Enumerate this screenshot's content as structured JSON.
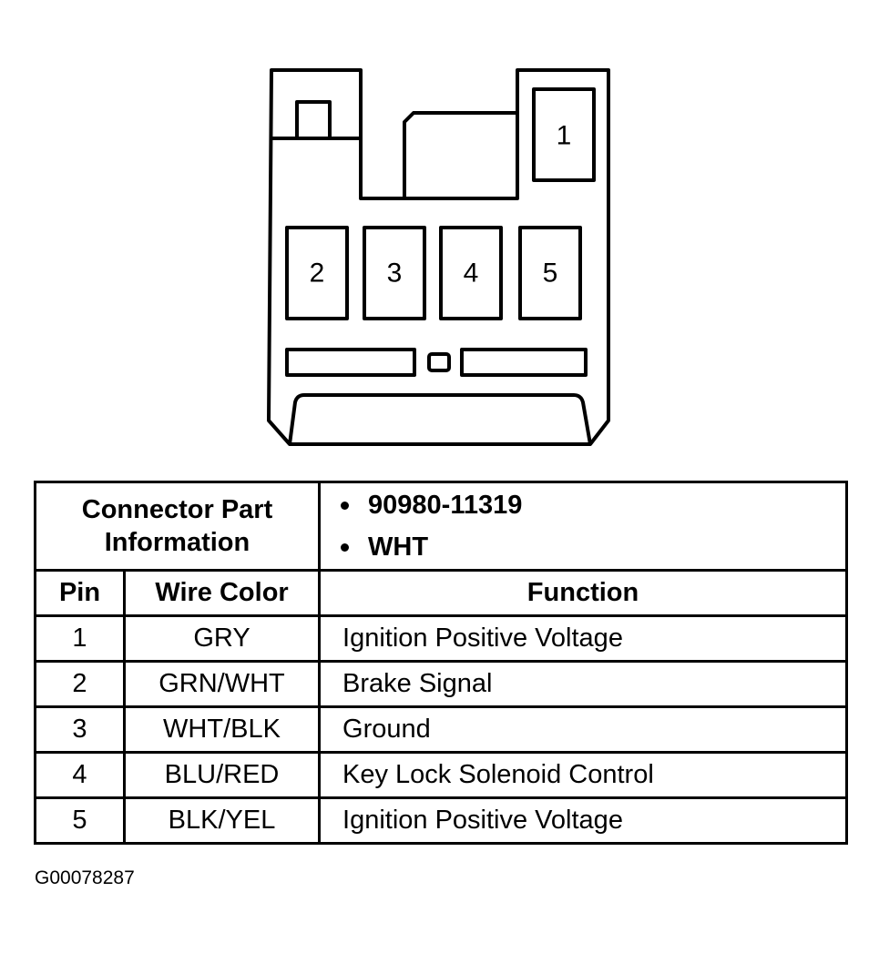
{
  "connector": {
    "pin_labels": [
      "1",
      "2",
      "3",
      "4",
      "5"
    ]
  },
  "table": {
    "info_label_line1": "Connector Part",
    "info_label_line2": "Information",
    "part_number": "90980-11319",
    "connector_color": "WHT",
    "headers": {
      "pin": "Pin",
      "wire_color": "Wire Color",
      "function": "Function"
    },
    "rows": [
      {
        "pin": "1",
        "wire_color": "GRY",
        "function": "Ignition Positive Voltage"
      },
      {
        "pin": "2",
        "wire_color": "GRN/WHT",
        "function": "Brake Signal"
      },
      {
        "pin": "3",
        "wire_color": "WHT/BLK",
        "function": "Ground"
      },
      {
        "pin": "4",
        "wire_color": "BLU/RED",
        "function": "Key Lock Solenoid Control"
      },
      {
        "pin": "5",
        "wire_color": "BLK/YEL",
        "function": "Ignition Positive Voltage"
      }
    ]
  },
  "figure_id": "G00078287"
}
